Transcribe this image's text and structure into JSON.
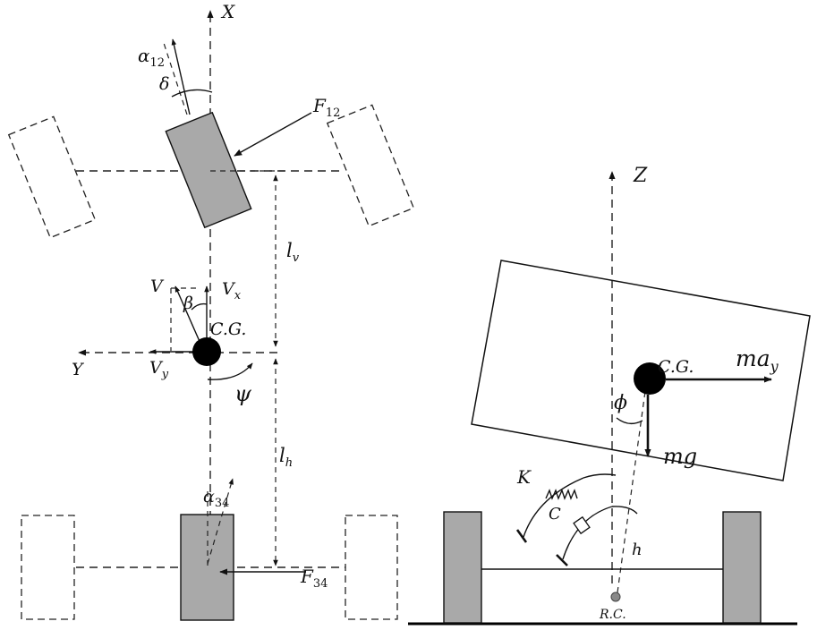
{
  "left_view": {
    "axis_x": "X",
    "axis_y": "Y",
    "alpha12": "α",
    "alpha12_sub": "12",
    "delta": "δ",
    "force12": "F",
    "force12_sub": "12",
    "lv": "l",
    "lv_sub": "v",
    "velocity": "V",
    "vx": "V",
    "vx_sub": "x",
    "vy": "V",
    "vy_sub": "y",
    "beta": "β",
    "cg": "C.G.",
    "psi": "ψ",
    "lh": "l",
    "lh_sub": "h",
    "alpha34": "α",
    "alpha34_sub": "34",
    "force34": "F",
    "force34_sub": "34"
  },
  "right_view": {
    "axis_z": "Z",
    "cg": "C.G.",
    "inertial_force": "ma",
    "inertial_force_sub": "y",
    "phi": "ϕ",
    "weight": "mg",
    "spring": "K",
    "damper": "C",
    "height": "h",
    "roll_center": "R.C."
  }
}
